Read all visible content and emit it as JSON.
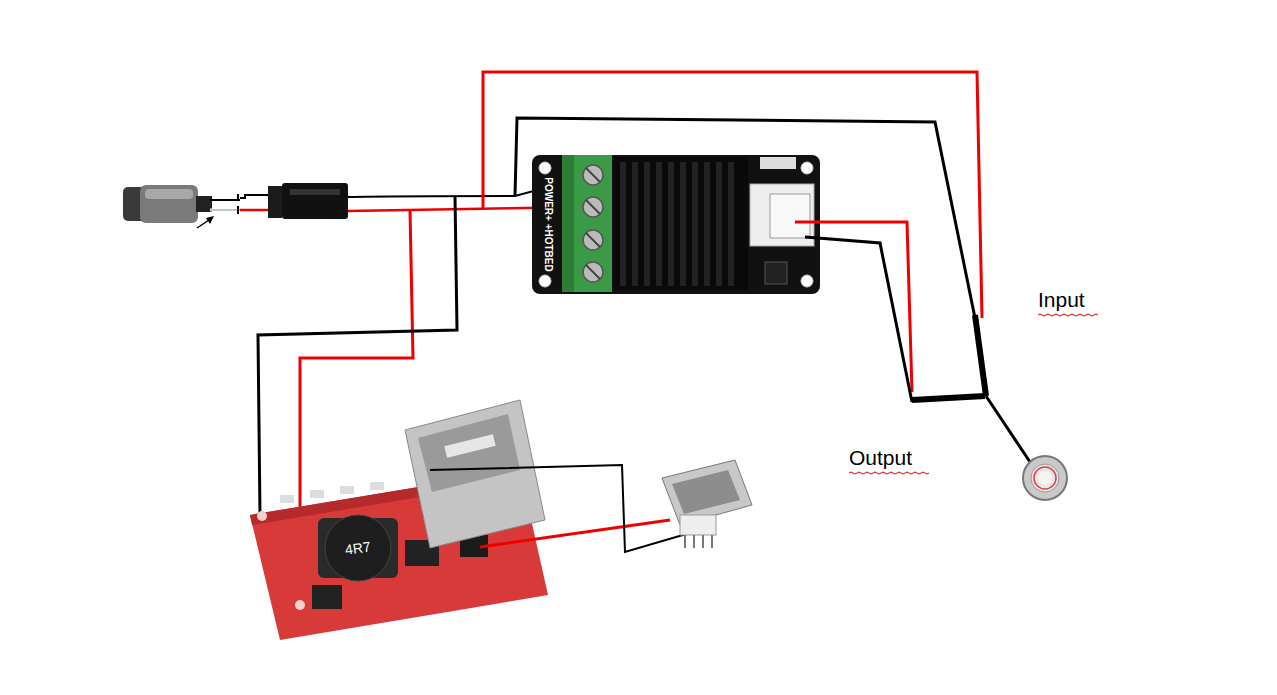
{
  "diagram": {
    "labels": [
      "POWER+ +HOTBED",
      "4R7",
      "Input",
      "Output"
    ]
  }
}
